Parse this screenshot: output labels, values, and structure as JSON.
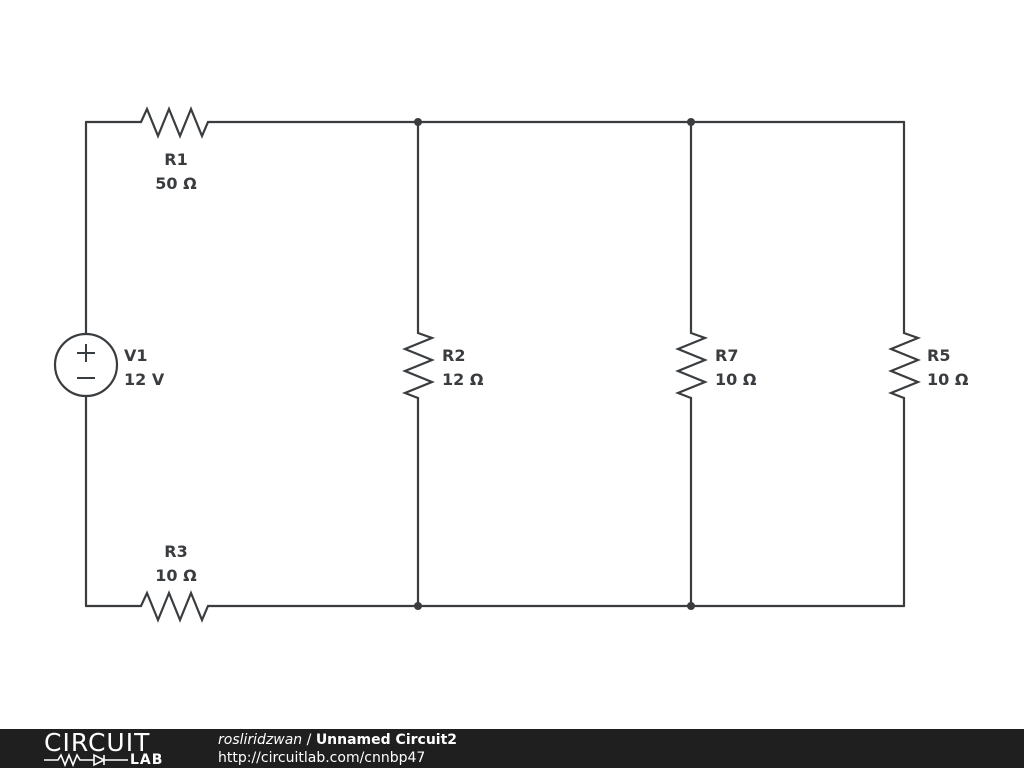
{
  "components": {
    "R1": {
      "name": "R1",
      "value": "50 Ω"
    },
    "R2": {
      "name": "R2",
      "value": "12 Ω"
    },
    "R3": {
      "name": "R3",
      "value": "10 Ω"
    },
    "R5": {
      "name": "R5",
      "value": "10 Ω"
    },
    "R7": {
      "name": "R7",
      "value": "10 Ω"
    },
    "V1": {
      "name": "V1",
      "value": "12 V"
    }
  },
  "footer": {
    "logo_top": "CIRCUIT",
    "logo_bottom": "LAB",
    "author": "rosliridzwan",
    "separator": " / ",
    "circuit_title": "Unnamed Circuit2",
    "url": "http://circuitlab.com/cnnbp47"
  },
  "colors": {
    "wire": "#3a3d40",
    "footer_bg": "#1f1f1f",
    "footer_text": "#ffffff"
  }
}
